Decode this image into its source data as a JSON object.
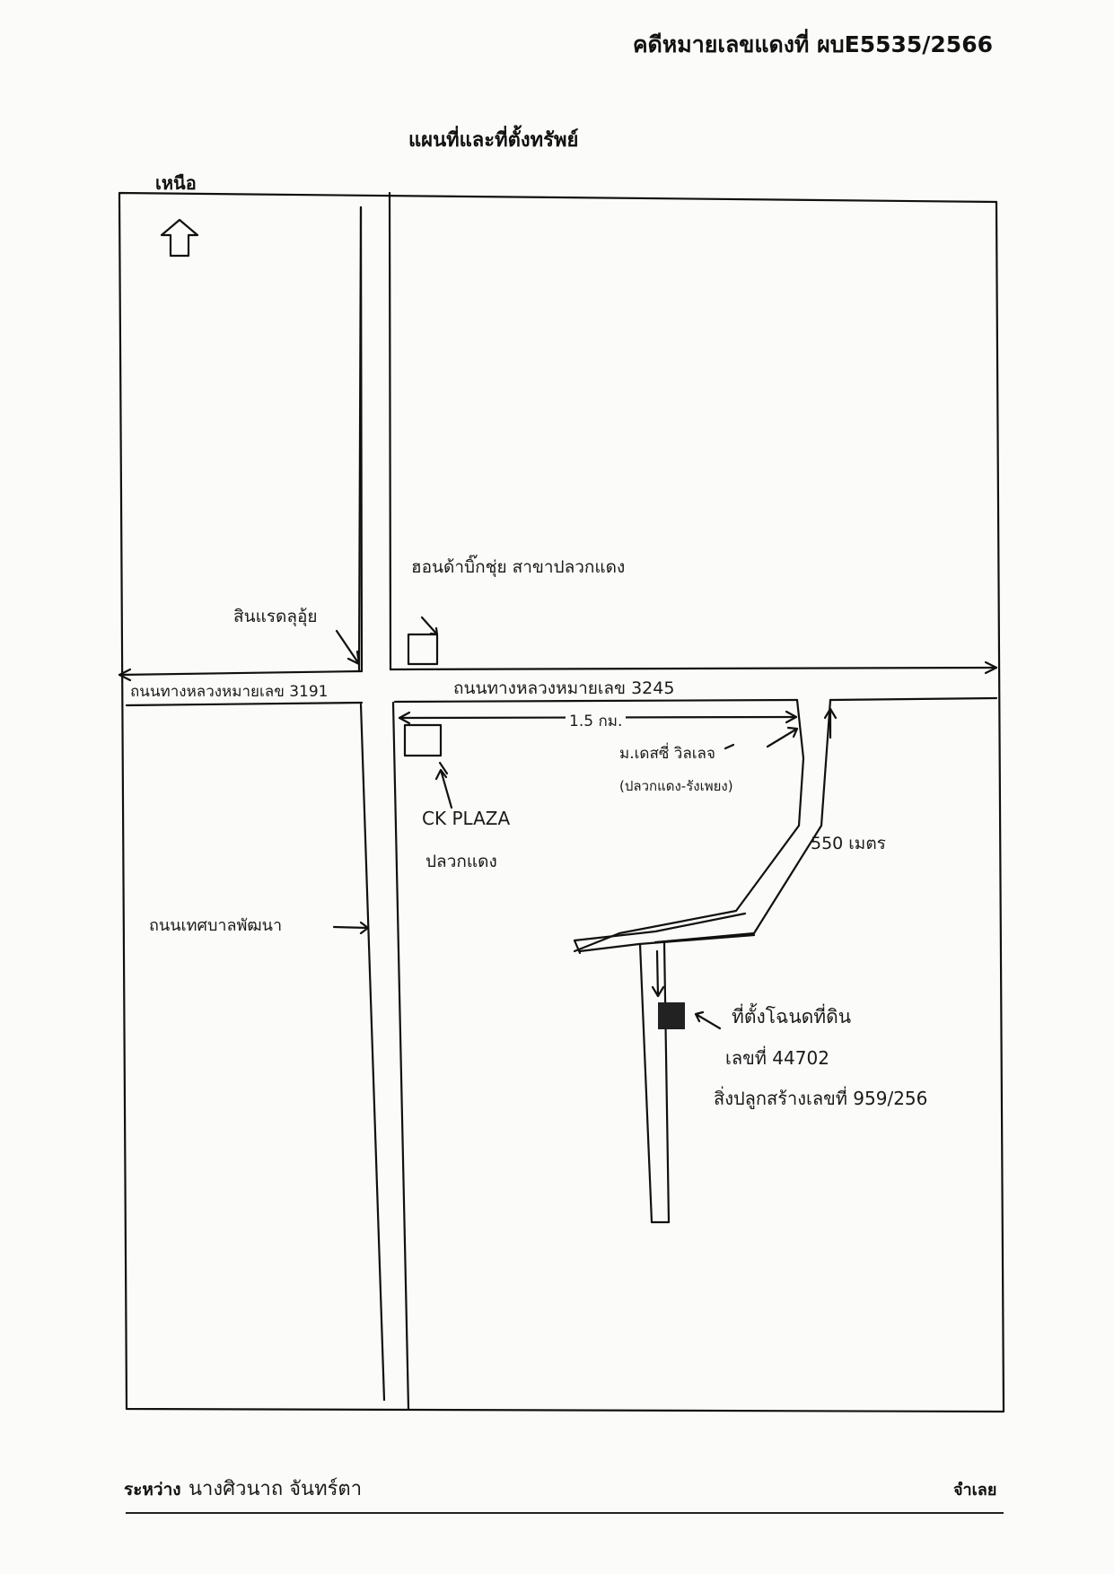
{
  "header": {
    "case_number": "คดีหมายเลขแดงที่ ผบE5535/2566",
    "title": "แผนที่และที่ตั้งทรัพย์"
  },
  "map": {
    "north_label": "เหนือ",
    "labels": {
      "gas_station": "สินแรดลุอุ้ย",
      "store": "ฮอนด้าบิ๊กชุ่ย สาขาปลวกแดง",
      "road_3191": "ถนนทางหลวงหมายเลข 3191",
      "road_3245": "ถนนทางหลวงหมายเลข 3245",
      "distance_1": "1.5 กม.",
      "village": "ม.เดสซี่ วิลเลจ",
      "village_sub": "(ปลวกแดง-รังเพยง)",
      "mall_line1": "CK PLAZA",
      "mall_line2": "ปลวกแดง",
      "distance_2": "550 เมตร",
      "municipal_road": "ถนนเทศบาลพัฒนา",
      "deed_line1": "ที่ตั้งโฉนดที่ดิน",
      "deed_line2": "เลขที่ 44702",
      "deed_line3": "สิ่งปลูกสร้างเลขที่ 959/256"
    }
  },
  "footer": {
    "between": "ระหว่าง",
    "plaintiff_name": "นางศิวนาถ จันทร์ตา",
    "defendant": "จำเลย"
  }
}
